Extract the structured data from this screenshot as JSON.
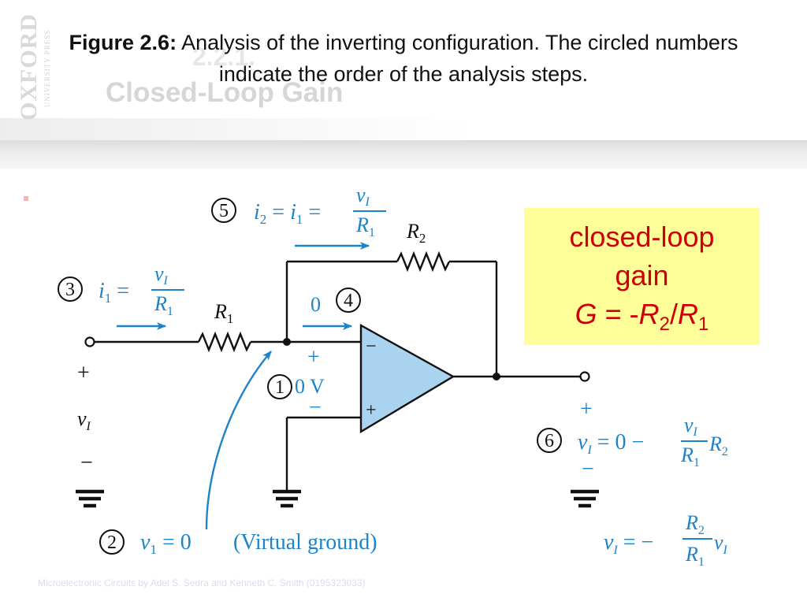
{
  "caption": {
    "bold": "Figure 2.6:",
    "text": " Analysis of the inverting configuration. The circled numbers indicate the order of the analysis steps."
  },
  "background": {
    "section_number": "2.2.1.",
    "section_title": "Closed-Loop Gain",
    "logo_main": "OXFORD",
    "logo_sub": "UNIVERSITY PRESS",
    "footer": "Microelectronic Circuits by Adel S. Sedra and Kenneth C. Smith (0195323033)"
  },
  "gain_box": {
    "line1": "closed-loop",
    "line2": "gain",
    "eq_G": "G",
    "eq_mid": " = -",
    "eq_R": "R",
    "eq_sub2": "2",
    "eq_slash": "/",
    "eq_sub1": "1"
  },
  "steps": {
    "1": "1",
    "2": "2",
    "3": "3",
    "4": "4",
    "5": "5",
    "6": "6"
  },
  "labels": {
    "R1": "R",
    "R1_sub": "1",
    "R2": "R",
    "R2_sub": "2",
    "plus": "+",
    "minus": "−",
    "vI": "v",
    "vI_sub": "I",
    "zero_current": "0",
    "zero_volt": "0 V",
    "virtual_ground": "(Virtual ground)"
  },
  "equations": {
    "step5_lhs": "i",
    "step5_eq": " = ",
    "step3_lhs": "i",
    "step2": " = 0",
    "step6_lhs": "v",
    "step6_mid": " = 0 −",
    "bottom_lhs": "v",
    "bottom_mid": " = −"
  },
  "colors": {
    "blue": "#1c84c8",
    "wire": "#111111",
    "opamp_fill": "#a9d3ee",
    "gain_bg": "#ffff99",
    "gain_text": "#cc0000"
  }
}
